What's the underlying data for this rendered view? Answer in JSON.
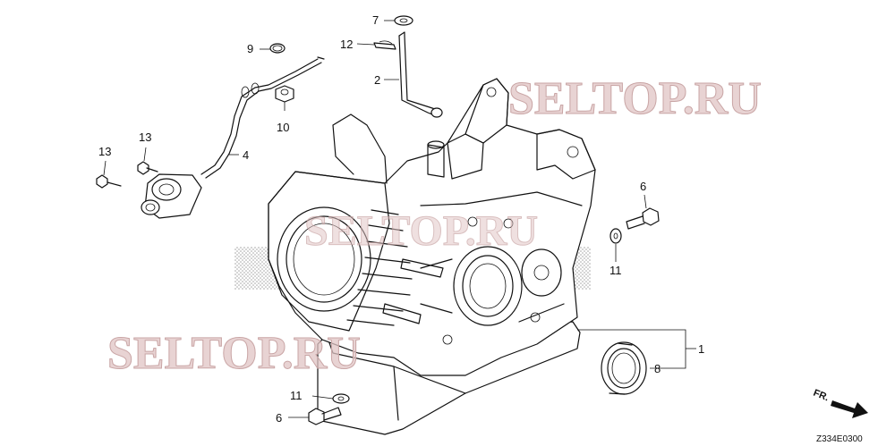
{
  "watermarks": {
    "primary": "SELTOP.RU"
  },
  "callouts": {
    "c1": "1",
    "c2": "2",
    "c4": "4",
    "c6a": "6",
    "c6b": "6",
    "c7": "7",
    "c8": "8",
    "c9": "9",
    "c10": "10",
    "c11a": "11",
    "c11b": "11",
    "c12": "12",
    "c13a": "13",
    "c13b": "13"
  },
  "orientation": {
    "label": "FR."
  },
  "diagram_code": "Z334E0300"
}
